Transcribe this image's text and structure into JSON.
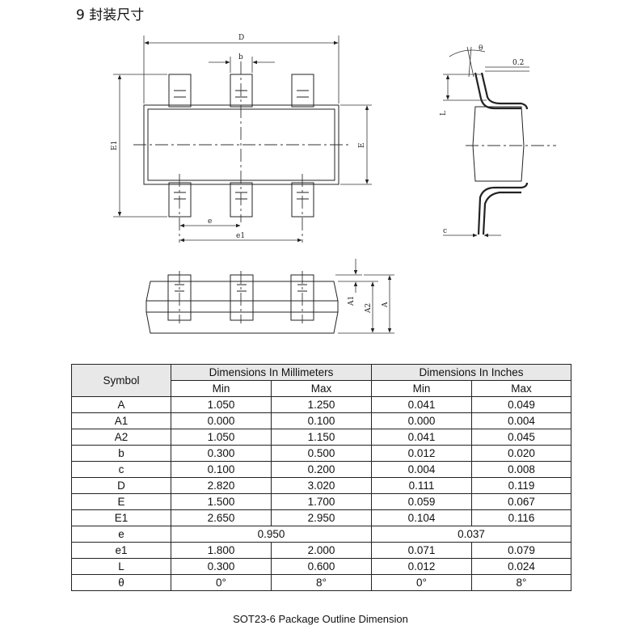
{
  "section": {
    "title": "9  封装尺寸"
  },
  "drawing_labels": {
    "D": "D",
    "b": "b",
    "E1": "E1",
    "E": "E",
    "e": "e",
    "e1": "e1",
    "theta": "θ",
    "gauge": "0.2",
    "L": "L",
    "c": "c",
    "A1": "A1",
    "A2": "A2",
    "A": "A"
  },
  "table": {
    "symbol_header": "Symbol",
    "mm_header": "Dimensions In Millimeters",
    "in_header": "Dimensions In Inches",
    "min_label": "Min",
    "max_label": "Max",
    "rows": [
      {
        "symbol": "A",
        "mm_min": "1.050",
        "mm_max": "1.250",
        "in_min": "0.041",
        "in_max": "0.049"
      },
      {
        "symbol": "A1",
        "mm_min": "0.000",
        "mm_max": "0.100",
        "in_min": "0.000",
        "in_max": "0.004"
      },
      {
        "symbol": "A2",
        "mm_min": "1.050",
        "mm_max": "1.150",
        "in_min": "0.041",
        "in_max": "0.045"
      },
      {
        "symbol": "b",
        "mm_min": "0.300",
        "mm_max": "0.500",
        "in_min": "0.012",
        "in_max": "0.020"
      },
      {
        "symbol": "c",
        "mm_min": "0.100",
        "mm_max": "0.200",
        "in_min": "0.004",
        "in_max": "0.008"
      },
      {
        "symbol": "D",
        "mm_min": "2.820",
        "mm_max": "3.020",
        "in_min": "0.111",
        "in_max": "0.119"
      },
      {
        "symbol": "E",
        "mm_min": "1.500",
        "mm_max": "1.700",
        "in_min": "0.059",
        "in_max": "0.067"
      },
      {
        "symbol": "E1",
        "mm_min": "2.650",
        "mm_max": "2.950",
        "in_min": "0.104",
        "in_max": "0.116"
      },
      {
        "symbol": "e",
        "mm_nominal": "0.950",
        "in_nominal": "0.037"
      },
      {
        "symbol": "e1",
        "mm_min": "1.800",
        "mm_max": "2.000",
        "in_min": "0.071",
        "in_max": "0.079"
      },
      {
        "symbol": "L",
        "mm_min": "0.300",
        "mm_max": "0.600",
        "in_min": "0.012",
        "in_max": "0.024"
      },
      {
        "symbol": "θ",
        "mm_min": "0°",
        "mm_max": "8°",
        "in_min": "0°",
        "in_max": "8°"
      }
    ]
  },
  "caption": "SOT23-6 Package Outline Dimension"
}
